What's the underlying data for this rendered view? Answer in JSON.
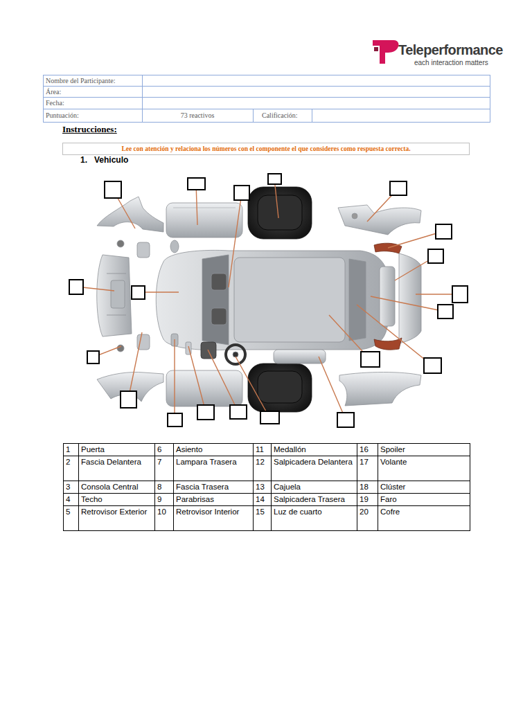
{
  "diagram": {
    "nodes": [
      {
        "text": [
          "Lee con atención y relaciona los números con el componente el que consideres como respuesta correcta."
        ]
      }
    ],
    "labels": [
      "Teleperformance",
      "each interaction matters",
      "Nombre del Participante:",
      "Área:",
      "Fecha:",
      "Puntuación:",
      "73 reactivos",
      "Calificación:",
      "Instrucciones:",
      "1.",
      "Vehiculo",
      "1",
      "Puerta",
      "6",
      "Asiento",
      "11",
      "Medallón",
      "16",
      "Spoiler",
      "2",
      "Fascia Delantera",
      "7",
      "Lampara Trasera",
      "12",
      "Salpicadera Delantera",
      "17",
      "Volante",
      "3",
      "Consola Central",
      "8",
      "Fascia Trasera",
      "13",
      "Cajuela",
      "18",
      "Clúster",
      "4",
      "Techo",
      "9",
      "Parabrisas",
      "14",
      "Salpicadera Trasera",
      "19",
      "Faro",
      "5",
      "Retrovisor Exterior",
      "10",
      "Retrovisor Interior",
      "15",
      "Luz de cuarto",
      "20",
      "Cofre"
    ]
  }
}
